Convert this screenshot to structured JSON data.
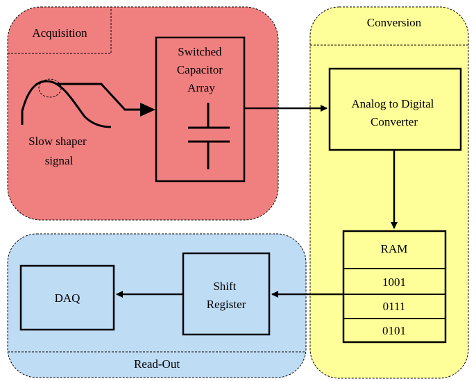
{
  "regions": {
    "acquisition": {
      "label": "Acquisition",
      "fill": "#f08080"
    },
    "conversion": {
      "label": "Conversion",
      "fill": "#ffff99"
    },
    "readout": {
      "label": "Read-Out",
      "fill": "#bfdcf5"
    }
  },
  "blocks": {
    "sca": {
      "lines": [
        "Switched",
        "Capacitor",
        "Array"
      ]
    },
    "adc": {
      "lines": [
        "Analog to Digital",
        "Converter"
      ]
    },
    "ram": {
      "header": "RAM",
      "cells": [
        "1001",
        "0111",
        "0101"
      ]
    },
    "shift_register": {
      "lines": [
        "Shift",
        "Register"
      ]
    },
    "daq": {
      "label": "DAQ"
    }
  },
  "signal": {
    "lines": [
      "Slow shaper",
      "signal"
    ]
  }
}
